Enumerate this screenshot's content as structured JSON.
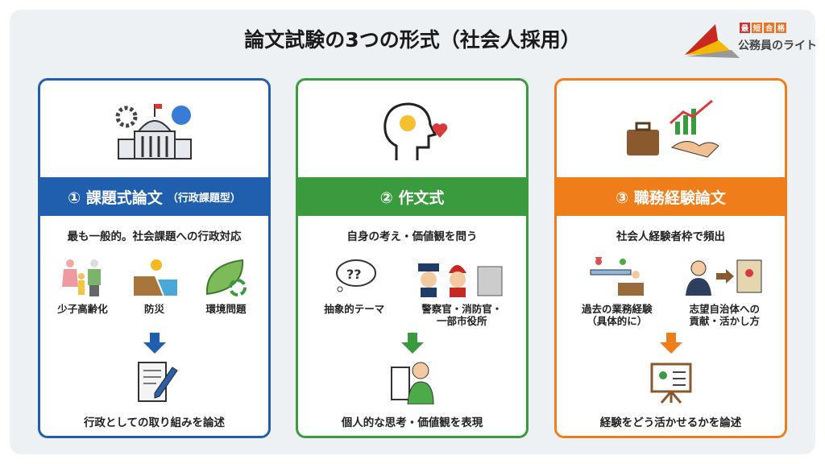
{
  "title": "論文試験の3つの形式（社会人採用）",
  "logo": {
    "tags": [
      "最",
      "短",
      "合",
      "格"
    ],
    "name": "公務員のライト"
  },
  "colors": {
    "blue": "#1f5fad",
    "green": "#3a9a3e",
    "orange": "#ee7d1a"
  },
  "cards": [
    {
      "heading": "① 課題式論文",
      "heading_note": "（行政課題型）",
      "subtitle": "最も一般的。社会課題への行政対応",
      "items": [
        {
          "label": "少子高齢化",
          "icon": "family-icon"
        },
        {
          "label": "防災",
          "icon": "disaster-icon"
        },
        {
          "label": "環境問題",
          "icon": "leaf-recycle-icon"
        }
      ],
      "footer": "行政としての取り組みを論述"
    },
    {
      "heading": "② 作文式",
      "subtitle": "自身の考え・価値観を問う",
      "items": [
        {
          "label": "抽象的テーマ",
          "icon": "thought-bubble-icon"
        },
        {
          "label": "警察官・消防官・\n一部市役所",
          "icon": "police-fire-icon"
        }
      ],
      "footer": "個人的な思考・価値観を表現"
    },
    {
      "heading": "③ 職務経験論文",
      "subtitle": "社会人経験者枠で頻出",
      "items": [
        {
          "label": "過去の業務経験\n（具体的に）",
          "icon": "timeline-desk-icon"
        },
        {
          "label": "志望自治体への\n貢献・活かし方",
          "icon": "person-map-icon"
        }
      ],
      "footer": "経験をどう活かせるかを論述"
    }
  ]
}
